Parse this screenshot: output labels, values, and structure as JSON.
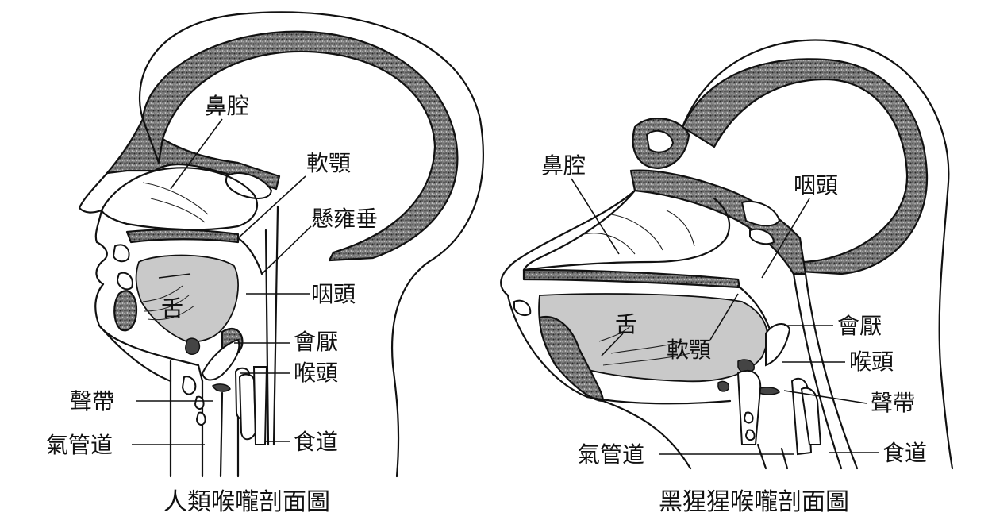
{
  "human": {
    "caption": "人類喉嚨剖面圖",
    "labels": {
      "nasal_cavity": "鼻腔",
      "soft_palate": "軟顎",
      "uvula": "懸雍垂",
      "pharynx": "咽頭",
      "tongue": "舌",
      "epiglottis": "會厭",
      "larynx": "喉頭",
      "vocal_cords": "聲帶",
      "trachea": "氣管道",
      "esophagus": "食道"
    }
  },
  "chimpanzee": {
    "caption": "黑猩猩喉嚨剖面圖",
    "labels": {
      "nasal_cavity": "鼻腔",
      "pharynx": "咽頭",
      "tongue": "舌",
      "soft_palate": "軟顎",
      "epiglottis": "會厭",
      "larynx": "喉頭",
      "vocal_cords": "聲帶",
      "trachea": "氣管道",
      "esophagus": "食道"
    }
  }
}
